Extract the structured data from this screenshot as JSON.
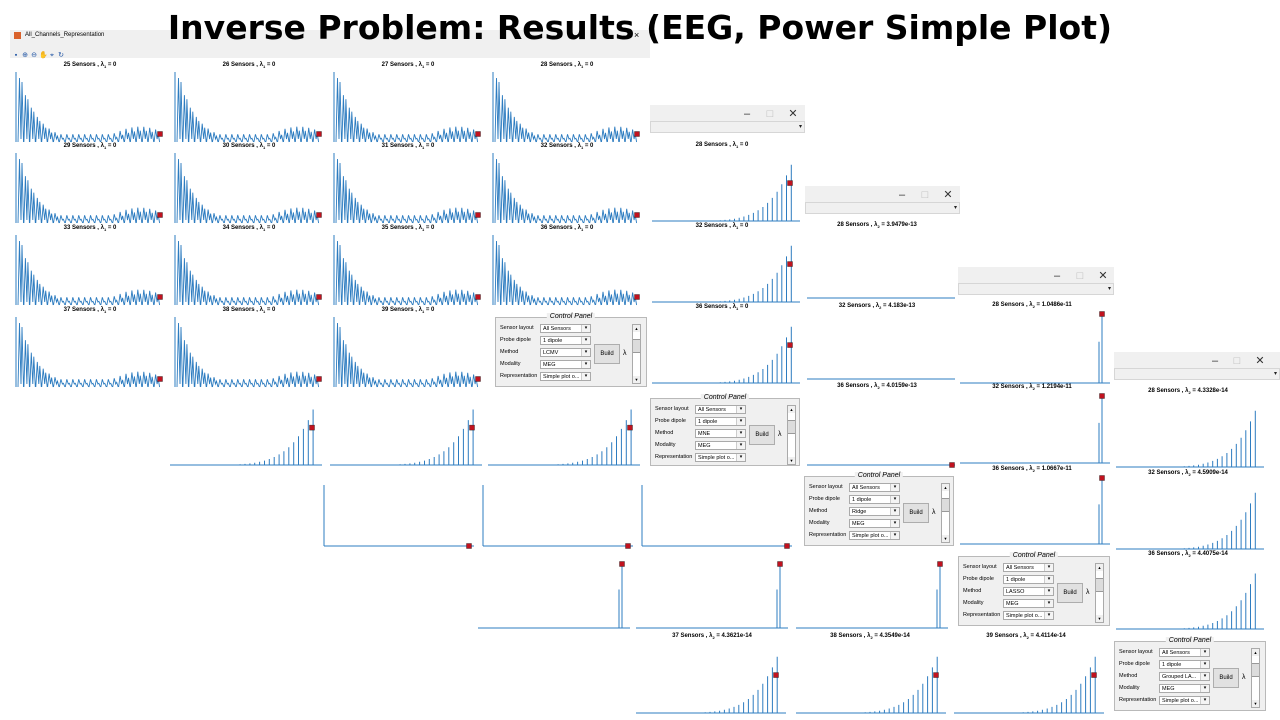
{
  "slide_title": "Inverse Problem: Results (EEG, Power Simple Plot)",
  "main_window": {
    "title": "All_Channels_Representation",
    "toolbar_icons": [
      "save-icon",
      "zoom-in-icon",
      "zoom-out-icon",
      "pan-icon",
      "data-cursor-icon",
      "rotate-icon"
    ],
    "close_glyph": "×"
  },
  "window_controls": {
    "minimize": "–",
    "maximize": "□",
    "close": "✕"
  },
  "combo_arrow": "▾",
  "lambda_symbol": "λ",
  "colors": {
    "plot_line": "#2d7cc0",
    "marker": "#c1121f",
    "panel_bg": "#f0f0f0"
  },
  "titles": {
    "lcmv": [
      "25 Sensors , λ1 = 0",
      "26 Sensors , λ1 = 0",
      "27 Sensors , λ1 = 0",
      "28 Sensors , λ1 = 0",
      "29 Sensors , λ1 = 0",
      "30 Sensors , λ1 = 0",
      "31 Sensors , λ1 = 0",
      "32 Sensors , λ1 = 0",
      "33 Sensors , λ1 = 0",
      "34 Sensors , λ1 = 0",
      "35 Sensors , λ1 = 0",
      "36 Sensors , λ1 = 0",
      "37 Sensors , λ1 = 0",
      "38 Sensors , λ1 = 0",
      "39 Sensors , λ1 = 0"
    ],
    "mne": [
      "28 Sensors , λ1 = 0",
      "32 Sensors , λ1 = 0",
      "36 Sensors , λ1 = 0"
    ],
    "ridge": [
      "28 Sensors , λ2 = 3.9479e-13",
      "32 Sensors , λ2 = 4.183e-13",
      "36 Sensors , λ2 = 4.0159e-13"
    ],
    "lasso": [
      "28 Sensors , λ2 = 1.0486e-11",
      "32 Sensors , λ2 = 1.2194e-11",
      "36 Sensors , λ2 = 1.0667e-11"
    ],
    "grouped": [
      "28 Sensors , λ2 = 4.3328e-14",
      "32 Sensors , λ2 = 4.5909e-14",
      "36 Sensors , λ2 = 4.4075e-14"
    ],
    "bottom_row": [
      "37 Sensors , λ2 = 4.3621e-14",
      "38 Sensors , λ2 = 4.3549e-14",
      "39 Sensors , λ2 = 4.4114e-14"
    ]
  },
  "control_panel_labels": {
    "title": "Control Panel",
    "sensor_layout": "Sensor layout",
    "probe_dipole": "Probe dipole",
    "method": "Method",
    "modality": "Modality",
    "representation": "Representation",
    "build": "Build"
  },
  "control_panels": [
    {
      "sensor_layout": "All Sensors",
      "probe_dipole": "1 dipole",
      "method": "LCMV",
      "modality": "MEG",
      "representation": "Simple plot o..."
    },
    {
      "sensor_layout": "All Sensors",
      "probe_dipole": "1 dipole",
      "method": "MNE",
      "modality": "MEG",
      "representation": "Simple plot o..."
    },
    {
      "sensor_layout": "All Sensors",
      "probe_dipole": "1 dipole",
      "method": "Ridge",
      "modality": "MEG",
      "representation": "Simple plot o..."
    },
    {
      "sensor_layout": "All Sensors",
      "probe_dipole": "1 dipole",
      "method": "LASSO",
      "modality": "MEG",
      "representation": "Simple plot o..."
    },
    {
      "sensor_layout": "All Sensors",
      "probe_dipole": "1 dipole",
      "method": "Grouped LA...",
      "modality": "MEG",
      "representation": "Simple plot o..."
    }
  ]
}
